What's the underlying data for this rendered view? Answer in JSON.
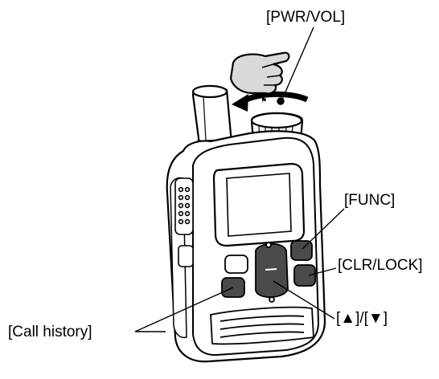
{
  "callouts": {
    "pwr_vol": "[PWR/VOL]",
    "func": "[FUNC]",
    "clr_lock": "[CLR/LOCK]",
    "up_down": "[▲]/[▼]",
    "call_history": "[Call history]"
  },
  "colors": {
    "line": "#000000",
    "body_fill": "#ffffff",
    "key_fill": "#4a4a4a",
    "key_light": "#ffffff",
    "hand_fill": "#d9d9d9",
    "display_fill": "#ffffff"
  },
  "icons": {
    "hand": "pointing-hand-icon",
    "rotation": "curved-arrow-icon"
  }
}
